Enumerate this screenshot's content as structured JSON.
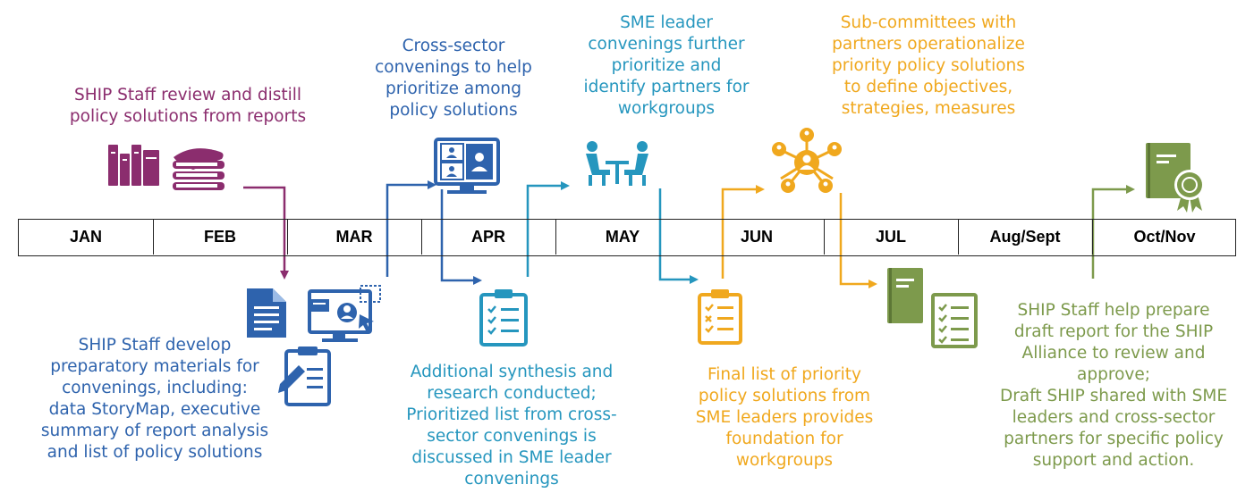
{
  "timeline": {
    "months": [
      "JAN",
      "FEB",
      "MAR",
      "APR",
      "MAY",
      "JUN",
      "JUL",
      "Aug/Sept",
      "Oct/Nov"
    ]
  },
  "annotations": {
    "ship_review": {
      "lines": [
        "SHIP Staff review and distill",
        "policy solutions from reports"
      ]
    },
    "preparatory_materials": {
      "lines": [
        "SHIP Staff develop",
        "preparatory materials for",
        "convenings, including:",
        "data StoryMap, executive",
        "summary of report analysis",
        "and list of policy solutions"
      ]
    },
    "cross_sector": {
      "lines": [
        "Cross-sector",
        "convenings to help",
        "prioritize among",
        "policy solutions"
      ]
    },
    "additional_synthesis": {
      "lines": [
        "Additional synthesis and",
        "research conducted;",
        "Prioritized list from cross-",
        "sector convenings is",
        "discussed in SME leader",
        "convenings"
      ]
    },
    "sme_convenings": {
      "lines": [
        "SME leader",
        "convenings further",
        "prioritize and",
        "identify partners for",
        "workgroups"
      ]
    },
    "final_list": {
      "lines": [
        "Final list of priority",
        "policy solutions from",
        "SME leaders provides",
        "foundation for",
        "workgroups"
      ]
    },
    "sub_committees": {
      "lines": [
        "Sub-committees with",
        "partners operationalize",
        "priority policy solutions",
        "to define objectives,",
        "strategies, measures"
      ]
    },
    "draft_report": {
      "lines": [
        "SHIP Staff help prepare",
        "draft report for the SHIP",
        "Alliance to review and",
        "approve;",
        "Draft SHIP shared with SME",
        "leaders and cross-sector",
        "partners for specific policy",
        "support and action."
      ]
    }
  },
  "icons": [
    "books-icon",
    "stacked-books-icon",
    "document-icon",
    "computer-storymap-icon",
    "clipboard-edit-icon",
    "video-conference-icon",
    "checklist-clipboard-icon",
    "meeting-icon",
    "checklist-clipboard-icon",
    "network-icon",
    "report-book-icon",
    "checklist-icon",
    "certificate-icon"
  ],
  "colors": {
    "ship_review": "#8b2d6e",
    "prep": "#2e63ad",
    "synthesis": "#2596be",
    "final": "#f0a81e",
    "draft": "#7d9a4c",
    "timeline_border": "#222222"
  }
}
